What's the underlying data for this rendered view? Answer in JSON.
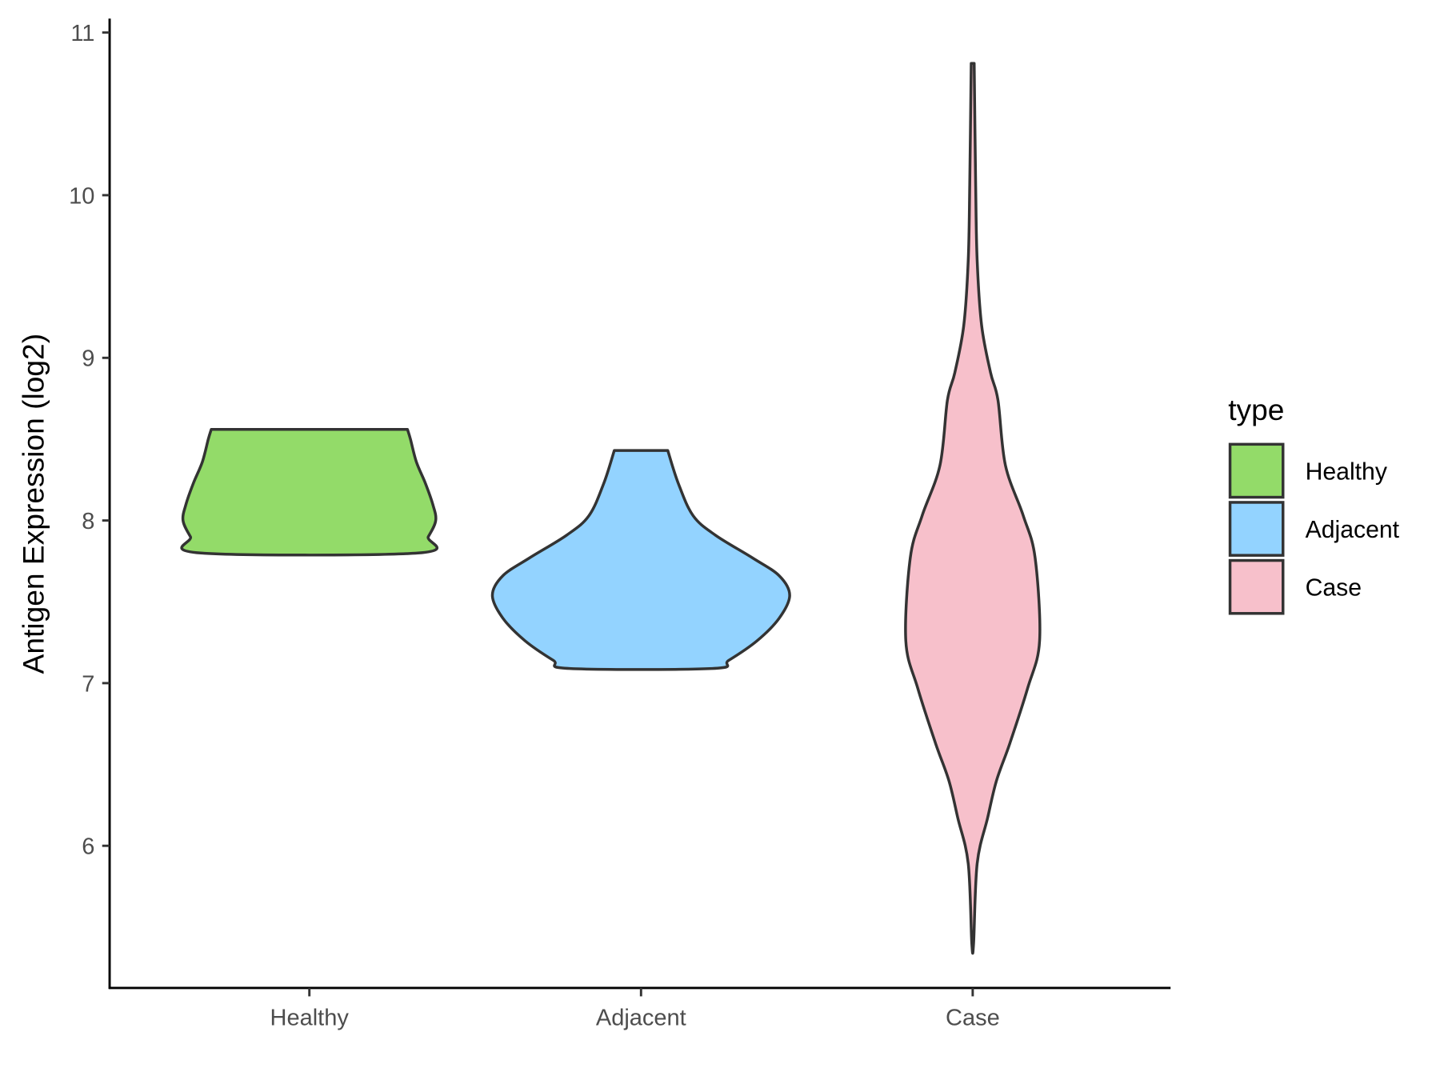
{
  "chart_data": {
    "type": "violin",
    "title": "",
    "xlabel": "",
    "ylabel": "Antigen Expression (log2)",
    "ylim": [
      5.1,
      11.1
    ],
    "yticks": [
      6,
      7,
      8,
      9,
      10,
      11
    ],
    "categories": [
      "Healthy",
      "Adjacent",
      "Case"
    ],
    "legend": {
      "title": "type",
      "position": "right",
      "entries": [
        "Healthy",
        "Adjacent",
        "Case"
      ]
    },
    "series": [
      {
        "name": "Healthy",
        "color": "#93DB69",
        "range": [
          7.8,
          8.56
        ],
        "profile": [
          [
            8.56,
            0.66
          ],
          [
            8.5,
            0.68
          ],
          [
            8.36,
            0.72
          ],
          [
            8.23,
            0.78
          ],
          [
            8.1,
            0.83
          ],
          [
            8.0,
            0.85
          ],
          [
            7.9,
            0.8
          ],
          [
            7.8,
            0.73
          ]
        ]
      },
      {
        "name": "Adjacent",
        "color": "#93D3FF",
        "range": [
          7.09,
          8.43
        ],
        "profile": [
          [
            8.43,
            0.18
          ],
          [
            8.23,
            0.25
          ],
          [
            8.03,
            0.35
          ],
          [
            7.91,
            0.5
          ],
          [
            7.77,
            0.75
          ],
          [
            7.66,
            0.93
          ],
          [
            7.54,
            1.0
          ],
          [
            7.4,
            0.93
          ],
          [
            7.26,
            0.78
          ],
          [
            7.14,
            0.59
          ],
          [
            7.09,
            0.48
          ]
        ]
      },
      {
        "name": "Case",
        "color": "#F7C0CB",
        "range": [
          5.4,
          10.81
        ],
        "profile": [
          [
            10.81,
            0.01
          ],
          [
            10.06,
            0.02
          ],
          [
            9.6,
            0.03
          ],
          [
            9.2,
            0.06
          ],
          [
            8.91,
            0.12
          ],
          [
            8.74,
            0.17
          ],
          [
            8.34,
            0.22
          ],
          [
            8.03,
            0.34
          ],
          [
            7.77,
            0.42
          ],
          [
            7.26,
            0.45
          ],
          [
            6.97,
            0.37
          ],
          [
            6.63,
            0.25
          ],
          [
            6.4,
            0.16
          ],
          [
            6.17,
            0.1
          ],
          [
            5.89,
            0.03
          ],
          [
            5.4,
            0.006
          ]
        ]
      }
    ]
  }
}
